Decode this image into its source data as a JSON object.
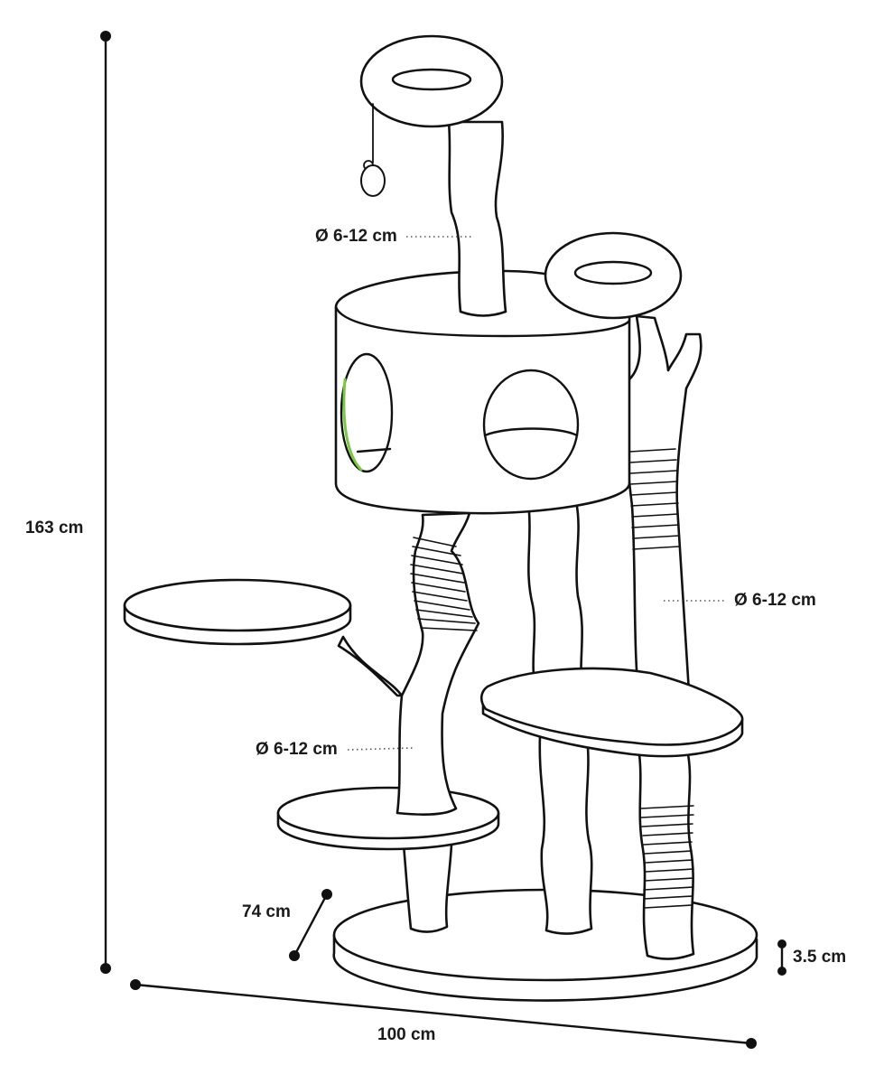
{
  "dimensions": {
    "height": "163 cm",
    "width": "100 cm",
    "depth": "74 cm",
    "base_thickness": "3.5 cm"
  },
  "post_diameters": {
    "top_post": "Ø 6-12 cm",
    "right_post": "Ø 6-12 cm",
    "left_trunk": "Ø 6-12 cm"
  },
  "colors": {
    "line": "#111111",
    "accent": "#7ac943",
    "background": "#ffffff"
  }
}
